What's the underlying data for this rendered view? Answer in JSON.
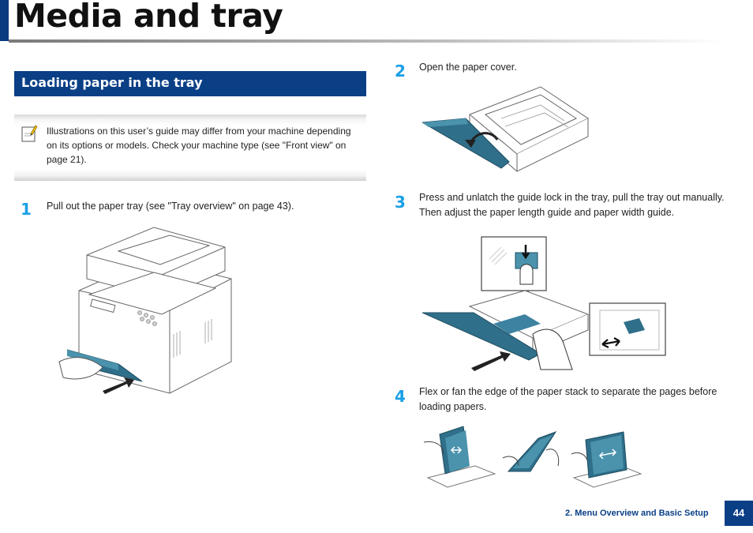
{
  "header": {
    "title": "Media and tray"
  },
  "section": {
    "title": "Loading paper in the tray"
  },
  "note": {
    "icon": "note-pencil-icon",
    "text": "Illustrations on this user’s guide may differ from your machine depending on its options or models. Check your machine type (see \"Front view\" on page 21)."
  },
  "steps": [
    {
      "number": "1",
      "text": "Pull out the paper tray (see \"Tray overview\" on page 43)."
    },
    {
      "number": "2",
      "text": "Open the paper cover."
    },
    {
      "number": "3",
      "text": "Press and unlatch the guide lock in the tray, pull the tray out manually. Then adjust the paper length guide and paper width guide."
    },
    {
      "number": "4",
      "text": "Flex or fan the edge of the paper stack to separate the pages before loading papers."
    }
  ],
  "footer": {
    "chapter": "2. Menu Overview and Basic Setup",
    "page": "44"
  },
  "colors": {
    "brand_blue": "#0a3f86",
    "step_blue": "#1ba0e6"
  }
}
